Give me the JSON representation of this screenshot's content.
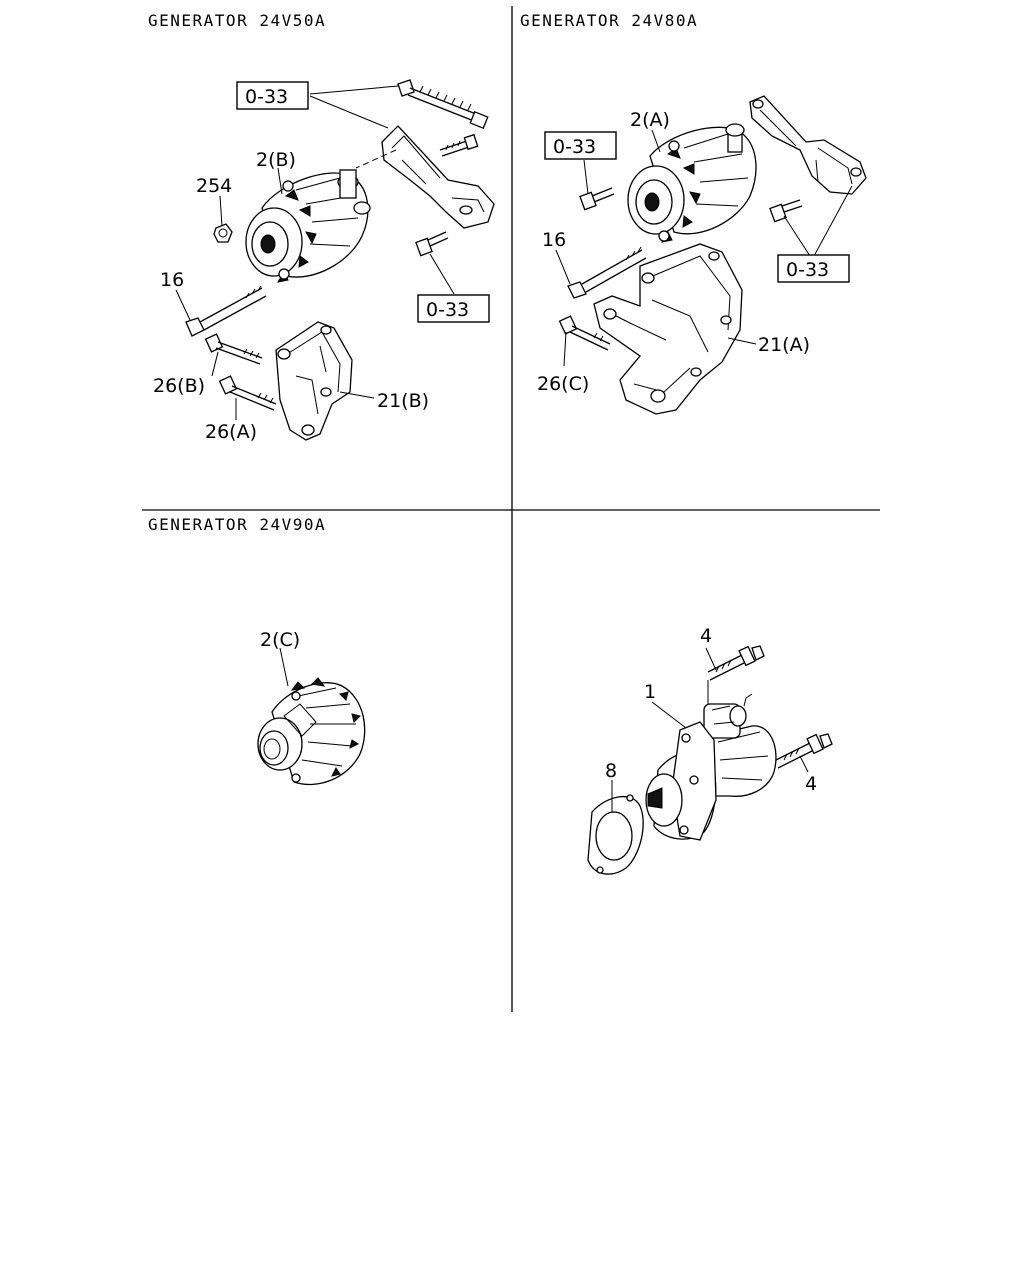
{
  "sections": {
    "top_left_title": "GENERATOR 24V50A",
    "top_right_title": "GENERATOR 24V80A",
    "bottom_left_title": "GENERATOR 24V90A"
  },
  "labels": {
    "tl_ref_top": "0-33",
    "tl_ref_bottom": "0-33",
    "tl_generator": "2(B)",
    "tl_nut": "254",
    "tl_long_bolt": "16",
    "tl_bolt_b": "26(B)",
    "tl_bolt_a": "26(A)",
    "tl_bracket": "21(B)",
    "tr_generator": "2(A)",
    "tr_ref_left": "0-33",
    "tr_ref_right": "0-33",
    "tr_long_bolt": "16",
    "tr_bolt_c": "26(C)",
    "tr_bracket": "21(A)",
    "bl_generator": "2(C)",
    "br_starter": "1",
    "br_bolt_top": "4",
    "br_bolt_right": "4",
    "br_gasket": "8"
  }
}
